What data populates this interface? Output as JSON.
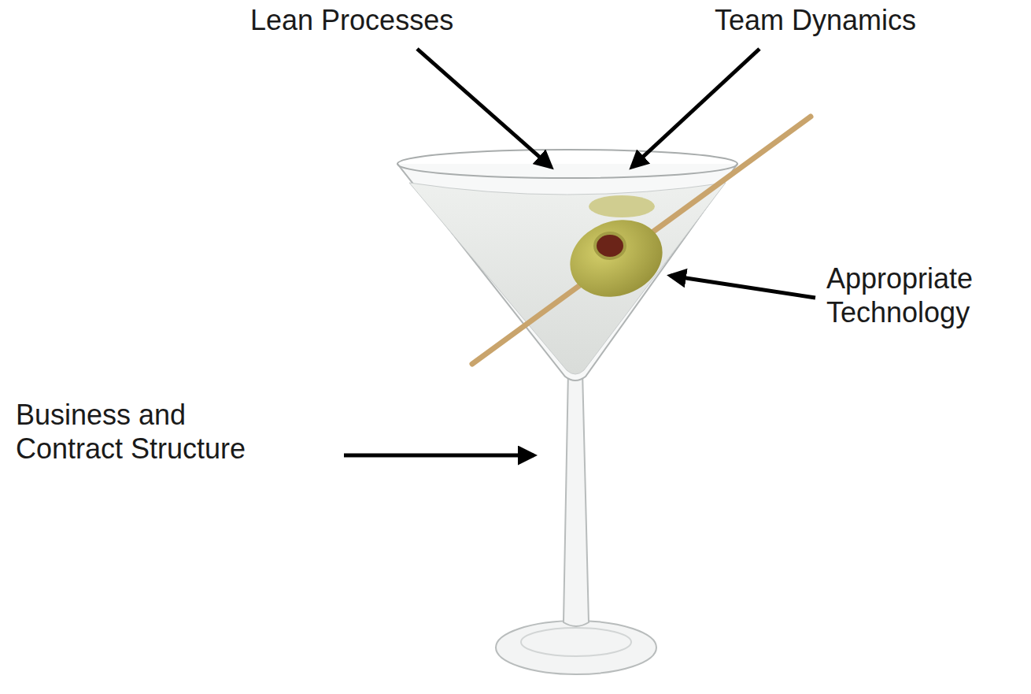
{
  "diagram": {
    "labels": [
      "Lean Processes",
      "Team Dynamics",
      "Appropriate Technology",
      "Business and Contract Structure"
    ]
  }
}
